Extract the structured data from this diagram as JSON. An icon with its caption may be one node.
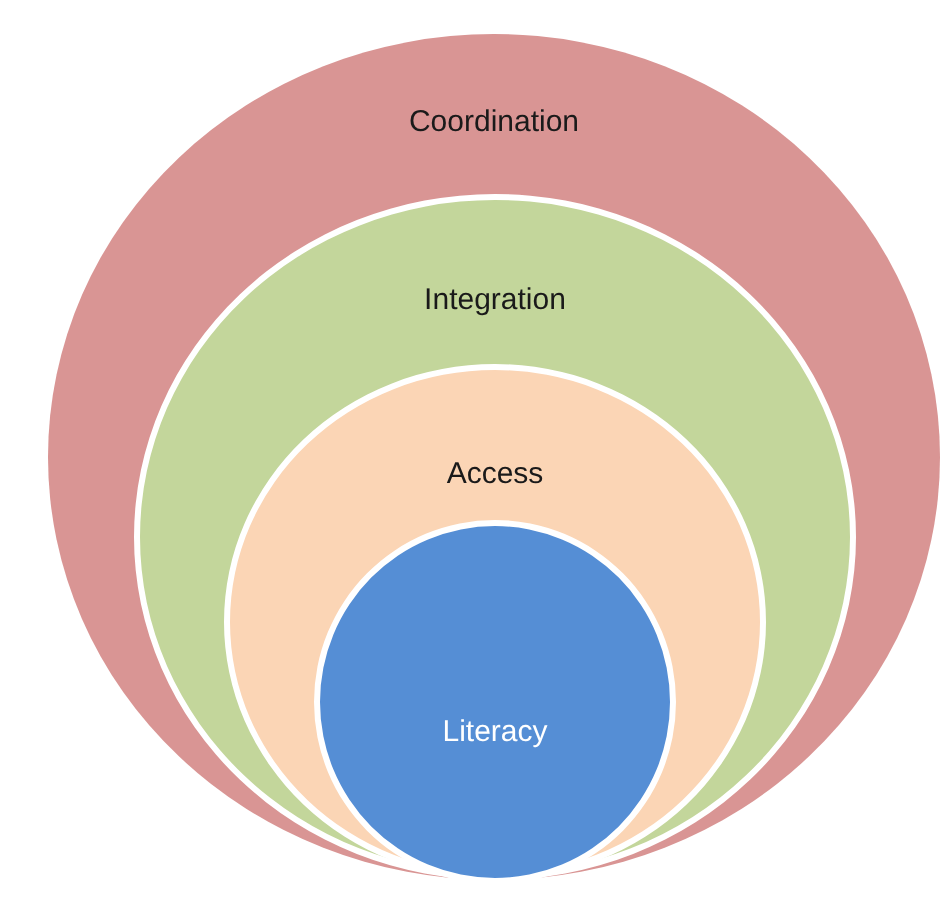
{
  "diagram": {
    "nodes": [
      {
        "text": [
          "Coordination"
        ]
      },
      {
        "text": [
          "Integration"
        ],
        "in": 0
      },
      {
        "text": [
          "Access"
        ],
        "in": 1
      },
      {
        "text": [
          "Literacy"
        ],
        "in": 2
      }
    ]
  }
}
